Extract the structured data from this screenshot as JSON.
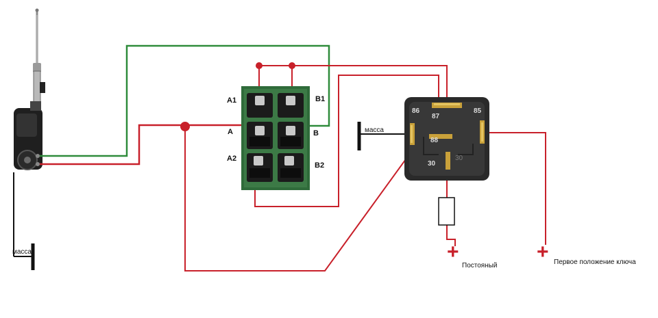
{
  "colors": {
    "red_wire": "#c8202a",
    "green_wire": "#2e8b3a",
    "black_wire": "#111111",
    "switch_body": "#2f6b3a",
    "relay_body": "#2a2a2a",
    "terminal": "#c9a13a"
  },
  "antenna": {
    "ground_label": "масса"
  },
  "switch": {
    "pins": {
      "a1": "A1",
      "a": "A",
      "a2": "A2",
      "b1": "B1",
      "b": "B",
      "b2": "B2"
    }
  },
  "relay": {
    "ground_label": "масса",
    "pins": {
      "p86": "86",
      "p87": "87",
      "p85": "85",
      "p88": "88",
      "p30": "30",
      "p30_body": "30"
    }
  },
  "power": {
    "constant_label": "Постояный",
    "key_label": "Первое положение ключа",
    "plus_symbol": "+"
  }
}
